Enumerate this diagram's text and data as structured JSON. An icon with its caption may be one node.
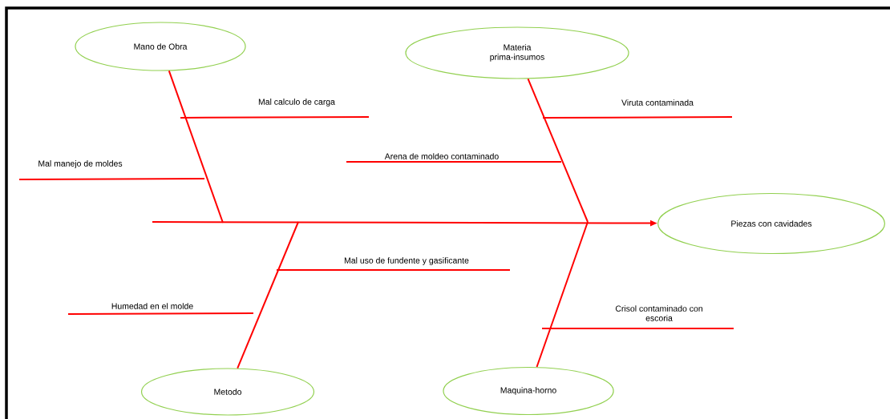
{
  "diagram": {
    "nodes": [
      {
        "text": [
          "Mano de Obra"
        ]
      },
      {
        "text": [
          "Materia prima-insumos"
        ]
      },
      {
        "text": [
          "Piezas con cavidades"
        ]
      },
      {
        "text": [
          "Metodo"
        ]
      },
      {
        "text": [
          "Maquina-horno"
        ]
      }
    ],
    "edges": [
      {
        "from": null,
        "to": 2,
        "arrow": "to"
      },
      {
        "from": 0,
        "to": null,
        "arrow": "none"
      },
      {
        "from": 1,
        "to": null,
        "arrow": "none"
      },
      {
        "from": 3,
        "to": null,
        "arrow": "none"
      },
      {
        "from": 4,
        "to": null,
        "arrow": "none"
      }
    ],
    "labels": [
      "Mal calculo de carga",
      "Viruta contaminada",
      "Mal manejo de moldes",
      "Arena de moldeo contaminado",
      "Mal uso de fundente y gasificante",
      "Humedad en el molde",
      "Crisol contaminado con escoria"
    ]
  }
}
